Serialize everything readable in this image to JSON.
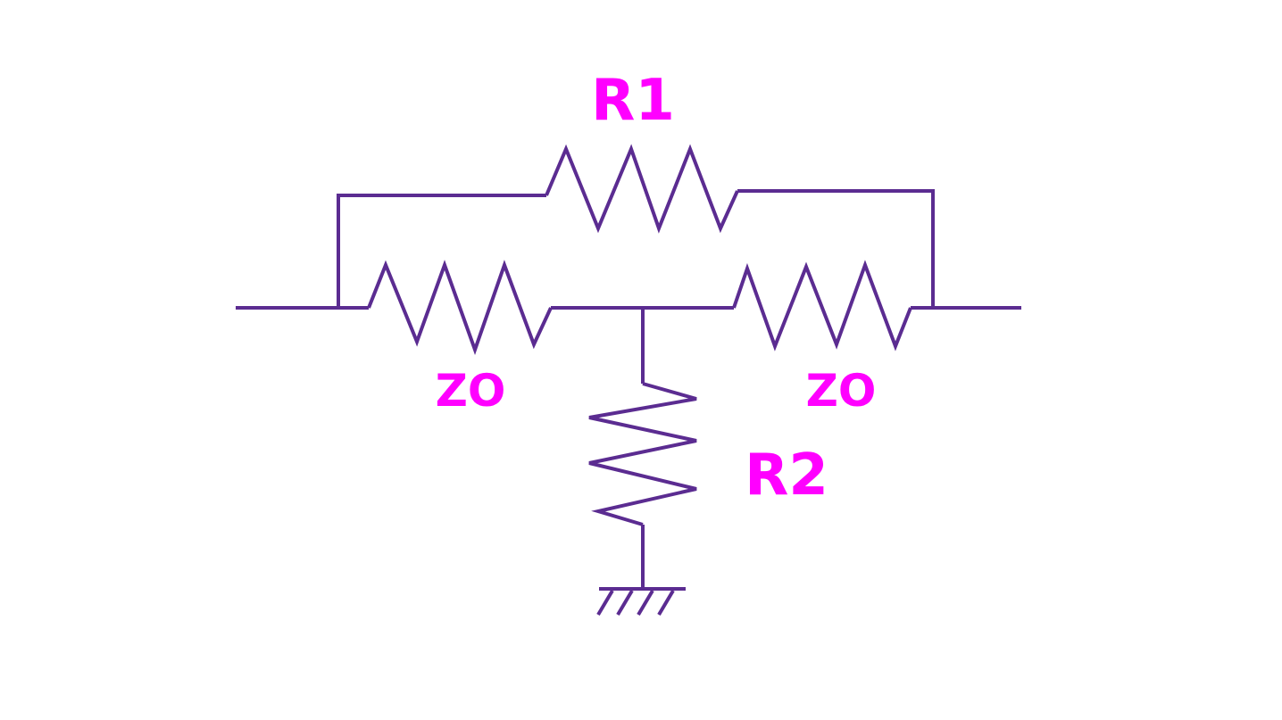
{
  "colors": {
    "wire": "#5B2C91",
    "label": "#FF00FF",
    "background": "#FFFFFF"
  },
  "labels": {
    "r1": "R1",
    "r2": "R2",
    "zo_left": "ZO",
    "zo_right": "ZO"
  },
  "components": [
    {
      "id": "r1",
      "type": "resistor",
      "orientation": "horizontal",
      "label": "R1"
    },
    {
      "id": "zo_left",
      "type": "resistor",
      "orientation": "horizontal",
      "label": "ZO"
    },
    {
      "id": "zo_right",
      "type": "resistor",
      "orientation": "horizontal",
      "label": "ZO"
    },
    {
      "id": "r2",
      "type": "resistor",
      "orientation": "vertical",
      "label": "R2"
    },
    {
      "id": "ground",
      "type": "ground-symbol"
    }
  ]
}
